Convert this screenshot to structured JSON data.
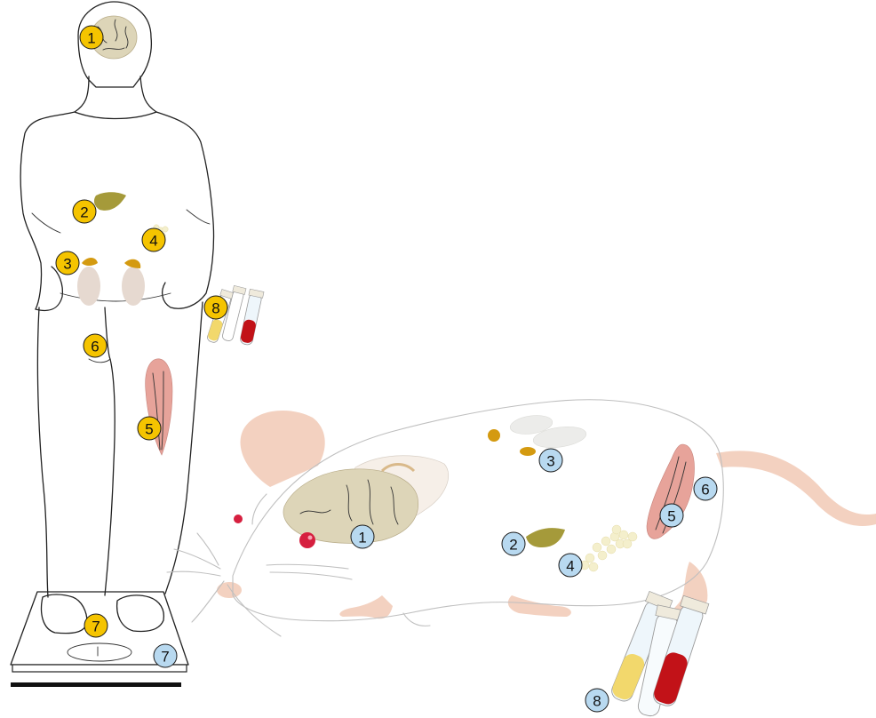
{
  "colors": {
    "human_badge": "#f5c400",
    "mouse_badge": "#b8d9f0",
    "muscle": "#e7a39a",
    "liver": "#a59a3a",
    "adrenal": "#d49a10",
    "kidney": "#e6d9d0",
    "fat": "#f4efcc",
    "brain": "#ddd5b8",
    "blood": "#c21218",
    "plasma": "#f2d86c",
    "mouse_skin": "#f3d1c0"
  },
  "human": {
    "labels": {
      "brain": "1",
      "liver": "2",
      "adrenal_kidney": "3",
      "adipose": "4",
      "muscle": "5",
      "nerve": "6",
      "scale": "7",
      "tubes": "8"
    }
  },
  "mouse": {
    "labels": {
      "brain": "1",
      "liver": "2",
      "adrenal_kidney": "3",
      "adipose": "4",
      "muscle": "5",
      "nerve": "6",
      "scale": "7",
      "tubes": "8"
    }
  }
}
